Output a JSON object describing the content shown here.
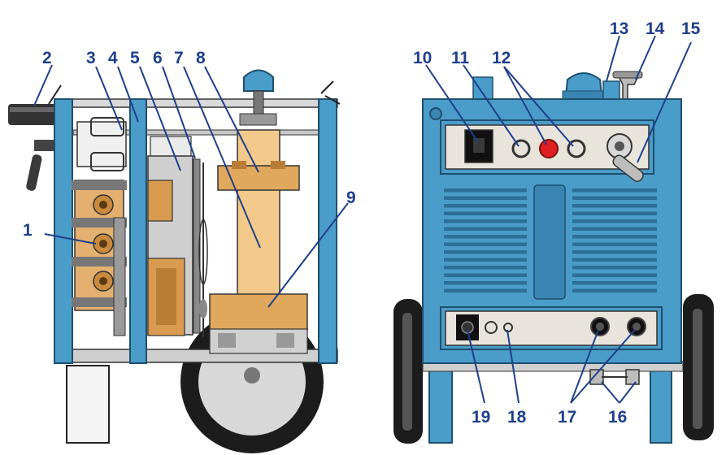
{
  "diagram": {
    "callouts": [
      {
        "id": "c1",
        "label": "1"
      },
      {
        "id": "c2",
        "label": "2"
      },
      {
        "id": "c3",
        "label": "3"
      },
      {
        "id": "c4",
        "label": "4"
      },
      {
        "id": "c5",
        "label": "5"
      },
      {
        "id": "c6",
        "label": "6"
      },
      {
        "id": "c7",
        "label": "7"
      },
      {
        "id": "c8",
        "label": "8"
      },
      {
        "id": "c9",
        "label": "9"
      },
      {
        "id": "c10",
        "label": "10"
      },
      {
        "id": "c11",
        "label": "11"
      },
      {
        "id": "c12",
        "label": "12"
      },
      {
        "id": "c13",
        "label": "13"
      },
      {
        "id": "c14",
        "label": "14"
      },
      {
        "id": "c15",
        "label": "15"
      },
      {
        "id": "c16",
        "label": "16"
      },
      {
        "id": "c17",
        "label": "17"
      },
      {
        "id": "c18",
        "label": "18"
      },
      {
        "id": "c19",
        "label": "19"
      }
    ],
    "colors": {
      "frame_blue": "#4a9cc9",
      "frame_dark": "#2c6f97",
      "copper": "#e0a85c",
      "wood": "#f2c98a",
      "panel": "#e8e4dc",
      "tire": "#1c1c1c",
      "indicator_red": "#e02020",
      "label_blue": "#1f3f8c"
    }
  }
}
